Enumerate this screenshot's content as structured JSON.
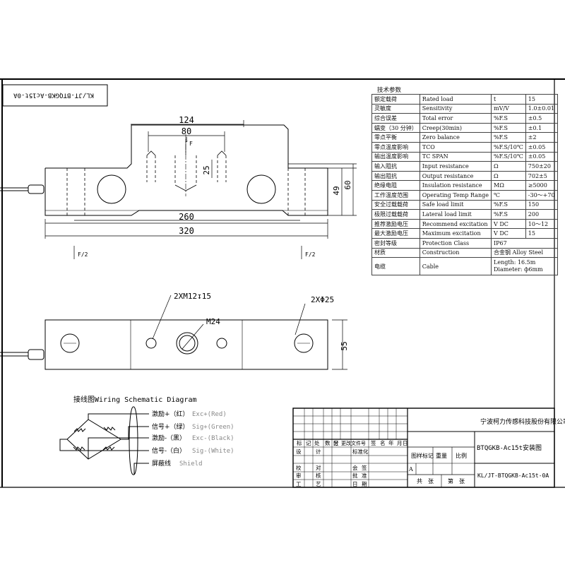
{
  "drawing_title": {
    "rotated_code": "KL/JT-BTQGKB-Ac15t-0A",
    "company": "宁波柯力传感科技股份有限公司",
    "product": "BTQGKB-Ac15t安装图",
    "code": "KL/JT-BTQGKB-Ac15t-0A"
  },
  "spec": {
    "title": "技术参数",
    "rows": [
      {
        "cn": "额定载荷",
        "en": "Rated load",
        "unit": "t",
        "value": "15"
      },
      {
        "cn": "灵敏度",
        "en": "Sensitivity",
        "unit": "mV/V",
        "value": "1.0±0.01"
      },
      {
        "cn": "综合误差",
        "en": "Total error",
        "unit": "%F.S",
        "value": "±0.5"
      },
      {
        "cn": "蠕变（30 分钟）",
        "en": "Creep(30min)",
        "unit": "%F.S",
        "value": "±0.1"
      },
      {
        "cn": "零点平衡",
        "en": "Zero balance",
        "unit": "%F.S",
        "value": "±2"
      },
      {
        "cn": "零点温度影响",
        "en": "TCO",
        "unit": "%F.S/10℃",
        "value": "±0.05"
      },
      {
        "cn": "输出温度影响",
        "en": "TC SPAN",
        "unit": "%F.S/10℃",
        "value": "±0.05"
      },
      {
        "cn": "输入阻抗",
        "en": "Input resistance",
        "unit": "Ω",
        "value": "750±20"
      },
      {
        "cn": "输出阻抗",
        "en": "Output resistance",
        "unit": "Ω",
        "value": "702±5"
      },
      {
        "cn": "绝缘电阻",
        "en": "Insulation resistance",
        "unit": "MΩ",
        "value": "≥5000"
      },
      {
        "cn": "工作温度范围",
        "en": "Operating Temp Range",
        "unit": "℃",
        "value": "-30～+70"
      },
      {
        "cn": "安全过载载荷",
        "en": "Safe load limit",
        "unit": "%F.S",
        "value": "150"
      },
      {
        "cn": "极限过载载荷",
        "en": "Lateral load limit",
        "unit": "%F.S",
        "value": "200"
      },
      {
        "cn": "推荐激励电压",
        "en": "Recommend excitation",
        "unit": "V DC",
        "value": "10～12"
      },
      {
        "cn": "最大激励电压",
        "en": "Maximum excitation",
        "unit": "V DC",
        "value": "15"
      },
      {
        "cn": "密封等级",
        "en": "Protection Class",
        "unit": "IP67",
        "value": ""
      },
      {
        "cn": "材质",
        "en": "Construction",
        "unit": "合金钢 Alloy Steel",
        "value": ""
      }
    ],
    "cable": {
      "cn": "电缆",
      "en": "Cable",
      "length": "Length:   16.5m",
      "diameter": "Diameter:  ф6mm"
    }
  },
  "dims": {
    "d124": "124",
    "d80": "80",
    "d25": "25",
    "d49": "49",
    "d60": "60",
    "d260": "260",
    "d320": "320",
    "f": "F",
    "f2": "F/2",
    "m12": "2XM12↧15",
    "d25b": "2XΦ25",
    "m24": "M24",
    "d55": "55"
  },
  "wiring": {
    "title": "接线图Wiring Schematic Diagram",
    "items": [
      {
        "cn": "激励+（红）",
        "en": "Exc+(Red)"
      },
      {
        "cn": "信号+（绿）",
        "en": "Sig+(Green)"
      },
      {
        "cn": "激励-（黑）",
        "en": "Exc-(Black)"
      },
      {
        "cn": "信号-（白）",
        "en": "Sig-(White)"
      },
      {
        "cn": "屏蔽线",
        "en": "Shield"
      }
    ]
  },
  "title_block": {
    "rev_headers": [
      "标",
      "记",
      "处",
      "数",
      "分",
      "区",
      "更改文件号",
      "签",
      "名",
      "年",
      "月",
      "日"
    ],
    "rows": [
      {
        "a": "设",
        "b": "计",
        "c": "标准化"
      },
      {
        "a": "校",
        "b": "对",
        "c": "会",
        "d": "签"
      },
      {
        "a": "审",
        "b": "核",
        "c": "批",
        "d": "准"
      },
      {
        "a": "工",
        "b": "艺",
        "c": "日",
        "d": "期"
      }
    ],
    "stage": "图样标记",
    "weight": "重量",
    "scale": "比例",
    "mark_a": "A",
    "sheets": "共　张",
    "sheet_no": "第　张"
  }
}
